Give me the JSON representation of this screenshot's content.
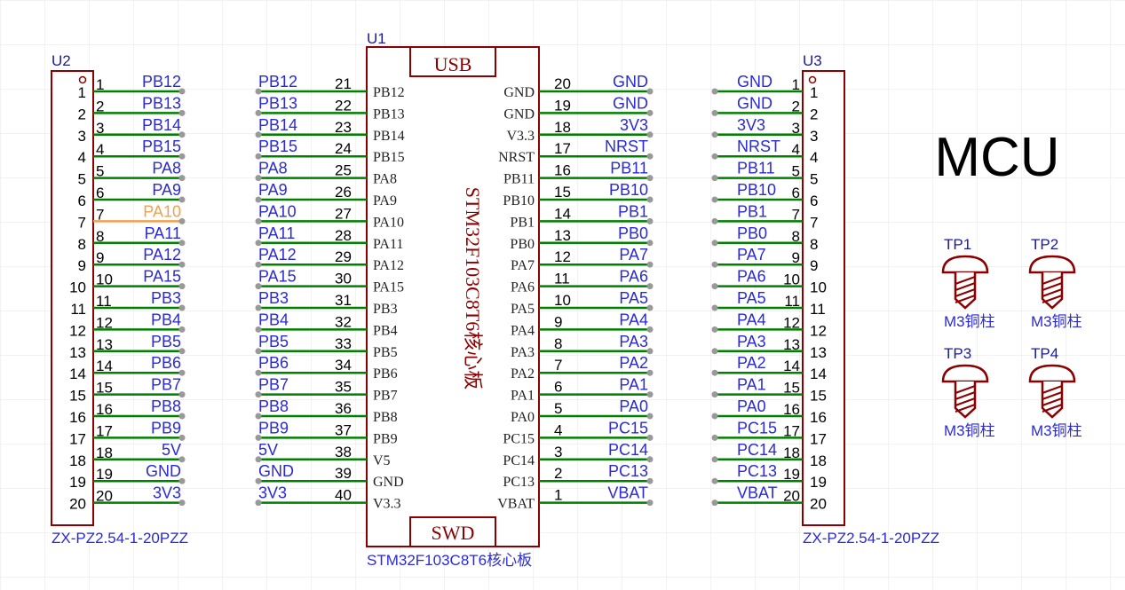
{
  "title": "MCU",
  "u1": {
    "designator": "U1",
    "value": "STM32F103C8T6核心板",
    "body_label": "STM32F103C8T6核心板",
    "top_tab": "USB",
    "bottom_tab": "SWD",
    "left_pins": [
      {
        "num": "21",
        "name": "PB12",
        "net": "PB12"
      },
      {
        "num": "22",
        "name": "PB13",
        "net": "PB13"
      },
      {
        "num": "23",
        "name": "PB14",
        "net": "PB14"
      },
      {
        "num": "24",
        "name": "PB15",
        "net": "PB15"
      },
      {
        "num": "25",
        "name": "PA8",
        "net": "PA8"
      },
      {
        "num": "26",
        "name": "PA9",
        "net": "PA9"
      },
      {
        "num": "27",
        "name": "PA10",
        "net": "PA10"
      },
      {
        "num": "28",
        "name": "PA11",
        "net": "PA11"
      },
      {
        "num": "29",
        "name": "PA12",
        "net": "PA12"
      },
      {
        "num": "30",
        "name": "PA15",
        "net": "PA15"
      },
      {
        "num": "31",
        "name": "PB3",
        "net": "PB3"
      },
      {
        "num": "32",
        "name": "PB4",
        "net": "PB4"
      },
      {
        "num": "33",
        "name": "PB5",
        "net": "PB5"
      },
      {
        "num": "34",
        "name": "PB6",
        "net": "PB6"
      },
      {
        "num": "35",
        "name": "PB7",
        "net": "PB7"
      },
      {
        "num": "36",
        "name": "PB8",
        "net": "PB8"
      },
      {
        "num": "37",
        "name": "PB9",
        "net": "PB9"
      },
      {
        "num": "38",
        "name": "V5",
        "net": "5V"
      },
      {
        "num": "39",
        "name": "GND",
        "net": "GND"
      },
      {
        "num": "40",
        "name": "V3.3",
        "net": "3V3"
      }
    ],
    "right_pins": [
      {
        "num": "20",
        "name": "GND",
        "net": "GND"
      },
      {
        "num": "19",
        "name": "GND",
        "net": "GND"
      },
      {
        "num": "18",
        "name": "V3.3",
        "net": "3V3"
      },
      {
        "num": "17",
        "name": "NRST",
        "net": "NRST"
      },
      {
        "num": "16",
        "name": "PB11",
        "net": "PB11"
      },
      {
        "num": "15",
        "name": "PB10",
        "net": "PB10"
      },
      {
        "num": "14",
        "name": "PB1",
        "net": "PB1"
      },
      {
        "num": "13",
        "name": "PB0",
        "net": "PB0"
      },
      {
        "num": "12",
        "name": "PA7",
        "net": "PA7"
      },
      {
        "num": "11",
        "name": "PA6",
        "net": "PA6"
      },
      {
        "num": "10",
        "name": "PA5",
        "net": "PA5"
      },
      {
        "num": "9",
        "name": "PA4",
        "net": "PA4"
      },
      {
        "num": "8",
        "name": "PA3",
        "net": "PA3"
      },
      {
        "num": "7",
        "name": "PA2",
        "net": "PA2"
      },
      {
        "num": "6",
        "name": "PA1",
        "net": "PA1"
      },
      {
        "num": "5",
        "name": "PA0",
        "net": "PA0"
      },
      {
        "num": "4",
        "name": "PC15",
        "net": "PC15"
      },
      {
        "num": "3",
        "name": "PC14",
        "net": "PC14"
      },
      {
        "num": "2",
        "name": "PC13",
        "net": "PC13"
      },
      {
        "num": "1",
        "name": "VBAT",
        "net": "VBAT"
      }
    ]
  },
  "u2": {
    "designator": "U2",
    "value": "ZX-PZ2.54-1-20PZZ",
    "body_numbers": [
      "1",
      "2",
      "3",
      "4",
      "5",
      "6",
      "7",
      "8",
      "9",
      "10",
      "11",
      "12",
      "13",
      "14",
      "15",
      "16",
      "17",
      "18",
      "19",
      "20"
    ],
    "pins": [
      {
        "num": "1",
        "net": "PB12"
      },
      {
        "num": "2",
        "net": "PB13"
      },
      {
        "num": "3",
        "net": "PB14"
      },
      {
        "num": "4",
        "net": "PB15"
      },
      {
        "num": "5",
        "net": "PA8"
      },
      {
        "num": "6",
        "net": "PA9"
      },
      {
        "num": "7",
        "net": "PA10",
        "highlight": true
      },
      {
        "num": "8",
        "net": "PA11"
      },
      {
        "num": "9",
        "net": "PA12"
      },
      {
        "num": "10",
        "net": "PA15"
      },
      {
        "num": "11",
        "net": "PB3"
      },
      {
        "num": "12",
        "net": "PB4"
      },
      {
        "num": "13",
        "net": "PB5"
      },
      {
        "num": "14",
        "net": "PB6"
      },
      {
        "num": "15",
        "net": "PB7"
      },
      {
        "num": "16",
        "net": "PB8"
      },
      {
        "num": "17",
        "net": "PB9"
      },
      {
        "num": "18",
        "net": "5V"
      },
      {
        "num": "19",
        "net": "GND"
      },
      {
        "num": "20",
        "net": "3V3"
      }
    ]
  },
  "u3": {
    "designator": "U3",
    "value": "ZX-PZ2.54-1-20PZZ",
    "body_numbers": [
      "1",
      "2",
      "3",
      "4",
      "5",
      "6",
      "7",
      "8",
      "9",
      "10",
      "11",
      "12",
      "13",
      "14",
      "15",
      "16",
      "17",
      "18",
      "19",
      "20"
    ],
    "pins": [
      {
        "num": "1",
        "net": "GND"
      },
      {
        "num": "2",
        "net": "GND"
      },
      {
        "num": "3",
        "net": "3V3"
      },
      {
        "num": "4",
        "net": "NRST"
      },
      {
        "num": "5",
        "net": "PB11"
      },
      {
        "num": "6",
        "net": "PB10"
      },
      {
        "num": "7",
        "net": "PB1"
      },
      {
        "num": "8",
        "net": "PB0"
      },
      {
        "num": "9",
        "net": "PA7"
      },
      {
        "num": "10",
        "net": "PA6"
      },
      {
        "num": "11",
        "net": "PA5"
      },
      {
        "num": "12",
        "net": "PA4"
      },
      {
        "num": "13",
        "net": "PA3"
      },
      {
        "num": "14",
        "net": "PA2"
      },
      {
        "num": "15",
        "net": "PA1"
      },
      {
        "num": "16",
        "net": "PA0"
      },
      {
        "num": "17",
        "net": "PC15"
      },
      {
        "num": "18",
        "net": "PC14"
      },
      {
        "num": "19",
        "net": "PC13"
      },
      {
        "num": "20",
        "net": "VBAT"
      }
    ]
  },
  "test_points": [
    {
      "designator": "TP1",
      "value": "M3铜柱",
      "icon": "screw-icon"
    },
    {
      "designator": "TP2",
      "value": "M3铜柱",
      "icon": "screw-icon"
    },
    {
      "designator": "TP3",
      "value": "M3铜柱",
      "icon": "screw-icon"
    },
    {
      "designator": "TP4",
      "value": "M3铜柱",
      "icon": "screw-icon"
    }
  ],
  "colors": {
    "part_outline": "#8b0000",
    "wire": "#008000",
    "net_label": "#2a2ad6",
    "designator": "#1a1aa0",
    "pin_text": "#222222",
    "highlight": "#f0a050",
    "grid": "#e4e4e4",
    "pin_end": "#999999"
  }
}
